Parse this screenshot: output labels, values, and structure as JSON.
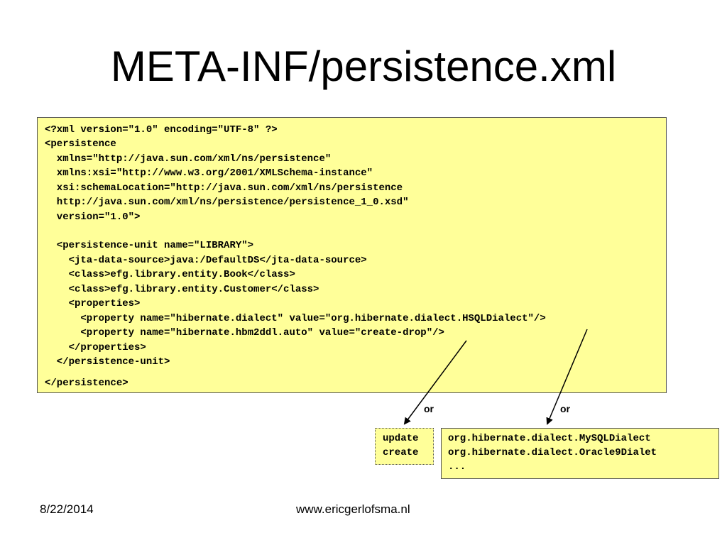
{
  "title": "META-INF/persistence.xml",
  "code_lines": [
    "<?xml version=\"1.0\" encoding=\"UTF-8\" ?>",
    "<persistence",
    "  xmlns=\"http://java.sun.com/xml/ns/persistence\"",
    "  xmlns:xsi=\"http://www.w3.org/2001/XMLSchema-instance\"",
    "  xsi:schemaLocation=\"http://java.sun.com/xml/ns/persistence",
    "  http://java.sun.com/xml/ns/persistence/persistence_1_0.xsd\"",
    "  version=\"1.0\">",
    "",
    "  <persistence-unit name=\"LIBRARY\">",
    "    <jta-data-source>java:/DefaultDS</jta-data-source>",
    "    <class>efg.library.entity.Book</class>",
    "    <class>efg.library.entity.Customer</class>",
    "    <properties>",
    "      <property name=\"hibernate.dialect\" value=\"org.hibernate.dialect.HSQLDialect\"/>",
    "      <property name=\"hibernate.hbm2ddl.auto\" value=\"create-drop\"/>",
    "    </properties>",
    "  </persistence-unit>",
    "</persistence>"
  ],
  "hbm2ddl_options": [
    "update",
    "create"
  ],
  "dialect_options": [
    "org.hibernate.dialect.MySQLDialect",
    "org.hibernate.dialect.Oracle9Dialet",
    "..."
  ],
  "or_left": "or",
  "or_right": "or",
  "footer": {
    "date": "8/22/2014",
    "website": "www.ericgerlofsma.nl"
  },
  "colors": {
    "box_fill": "#ffff99",
    "box_border": "#555555"
  }
}
